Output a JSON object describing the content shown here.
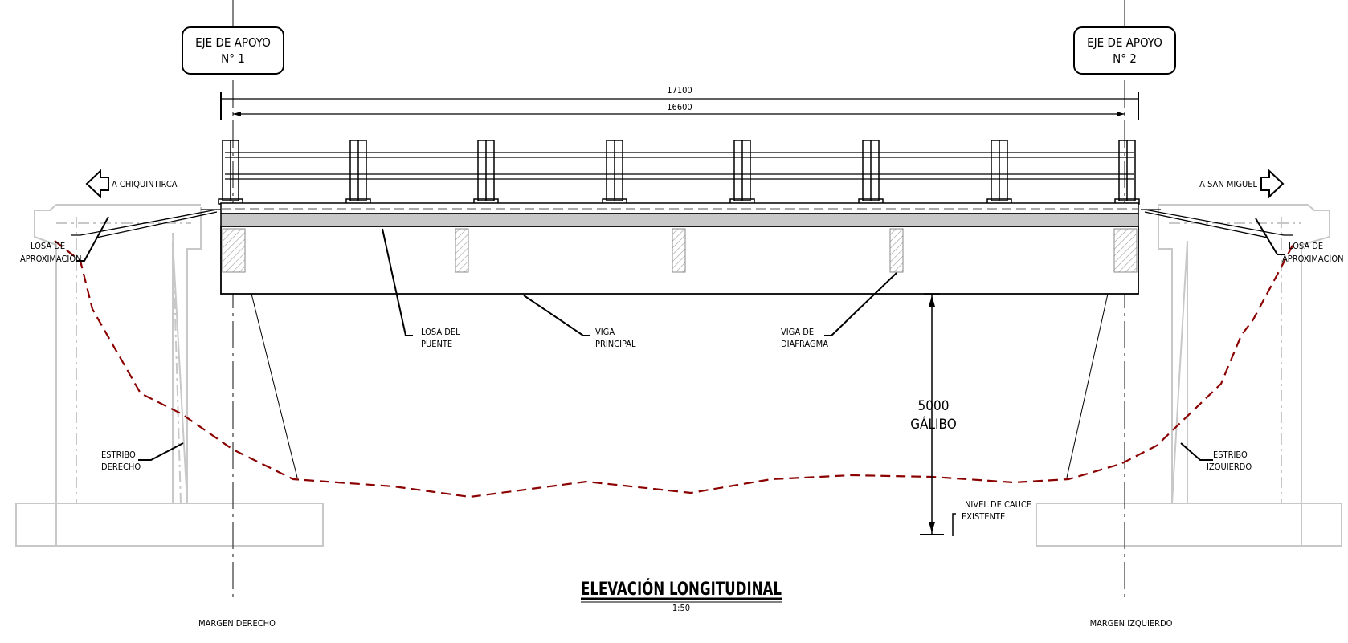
{
  "axes": {
    "axis1": {
      "line1": "EJE DE APOYO",
      "line2": "N° 1"
    },
    "axis2": {
      "line1": "EJE DE APOYO",
      "line2": "N° 2"
    }
  },
  "dimensions": {
    "total_length": "17100",
    "span_length": "16600",
    "clearance_value": "5000",
    "clearance_label": "GÁLIBO"
  },
  "directions": {
    "left": "A CHIQUINTIRCA",
    "right": "A SAN MIGUEL"
  },
  "labels": {
    "approach_slab_left": {
      "line1": "LOSA DE",
      "line2": "APROXIMACIÓN"
    },
    "approach_slab_right": {
      "line1": "LOSA DE",
      "line2": "APROXIMACIÓN"
    },
    "bridge_slab": {
      "line1": "LOSA DEL",
      "line2": "PUENTE"
    },
    "main_beam": {
      "line1": "VIGA",
      "line2": "PRINCIPAL"
    },
    "diaphragm_beam": {
      "line1": "VIGA DE",
      "line2": "DIAFRAGMA"
    },
    "abutment_right": {
      "line1": "ESTRIBO",
      "line2": "DERECHO"
    },
    "abutment_left": {
      "line1": "ESTRIBO",
      "line2": "IZQUIERDO"
    },
    "riverbed": {
      "line1": "NIVEL DE CAUCE",
      "line2": "EXISTENTE"
    },
    "bank_right": "MARGEN DERECHO",
    "bank_left": "MARGEN IZQUIERDO"
  },
  "title": {
    "text": "ELEVACIÓN LONGITUDINAL",
    "scale": "1:50"
  },
  "colors": {
    "line": "#000000",
    "abutment": "#c8c8c8",
    "terrain": "#8b0000",
    "slab_fill": "#c8c8c8"
  }
}
